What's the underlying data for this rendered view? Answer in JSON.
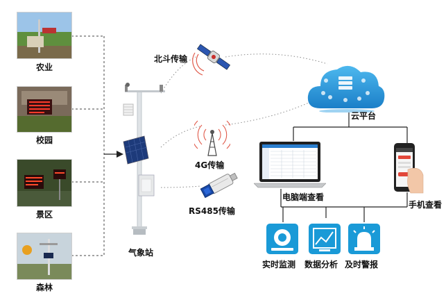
{
  "scenes": [
    {
      "label": "农业",
      "icon": "farm-photo"
    },
    {
      "label": "校园",
      "icon": "campus-led-photo"
    },
    {
      "label": "景区",
      "icon": "scenic-led-photo"
    },
    {
      "label": "森林",
      "icon": "forest-station-photo"
    }
  ],
  "station": {
    "label": "气象站",
    "icon": "weather-station-icon"
  },
  "channels": {
    "beidou": "北斗传输",
    "g4": "4G传输",
    "rs485": "RS485传输"
  },
  "cloud": {
    "label": "云平台",
    "icon": "cloud-server-icon"
  },
  "viewers": {
    "pc": "电脑端查看",
    "mobile": "手机查看"
  },
  "functions": [
    {
      "label": "实时监测",
      "icon": "camera-icon"
    },
    {
      "label": "数据分析",
      "icon": "chart-icon"
    },
    {
      "label": "及时警报",
      "icon": "alarm-light-icon"
    }
  ],
  "colors": {
    "accent": "#1a9ad7",
    "line": "#222222",
    "dotted": "#888888"
  }
}
